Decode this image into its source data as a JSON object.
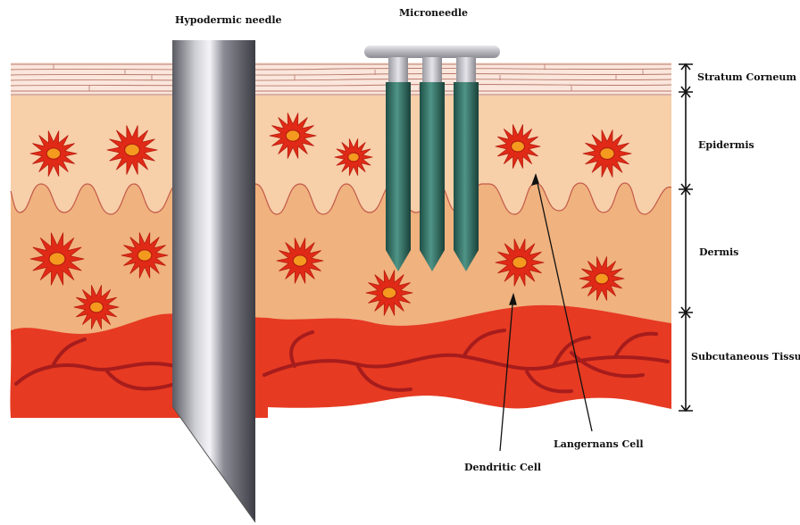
{
  "labels": {
    "hypodermic_needle": "Hypodermic needle",
    "microneedle": "Microneedle",
    "stratum_corneum": "Stratum Corneum",
    "epidermis": "Epidermis",
    "dermis": "Dermis",
    "subcutaneous": "Subcutaneous Tissue",
    "langerhans": "Langernans Cell",
    "dendritic": "Dendritic Cell"
  },
  "colors": {
    "stratum_corneum": "#fbe6dc",
    "epidermis": "#f7cfa9",
    "dermis": "#f0b27e",
    "subcutaneous": "#e63a22",
    "vessel": "#a61c1c",
    "cell": "#e02a17",
    "cell_nucleus": "#f39a1f",
    "microneedle": "#2f6a5e",
    "needle": "#9e9ea6"
  },
  "icons": {
    "cell": "dendritic-cell-icon",
    "needle": "hypodermic-needle-icon",
    "microneedle": "microneedle-array-icon"
  }
}
